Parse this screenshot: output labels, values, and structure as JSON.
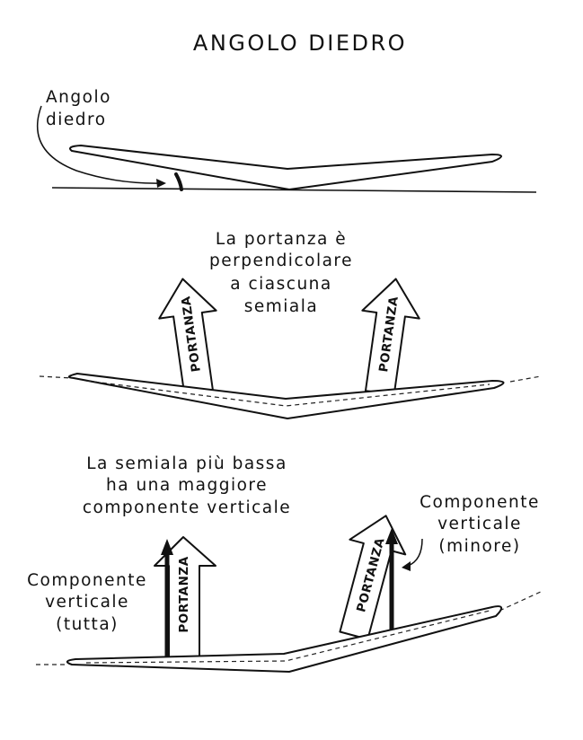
{
  "title": "ANGOLO DIEDRO",
  "section1": {
    "label_line1": "Angolo",
    "label_line2": "diedro"
  },
  "section2": {
    "caption": [
      "La portanza è",
      "perpendicolare",
      "a ciascuna",
      "semiala"
    ],
    "arrow_left_text": "PORTANZA",
    "arrow_right_text": "PORTANZA"
  },
  "section3": {
    "caption": [
      "La semiala più bassa",
      "ha una maggiore",
      "componente verticale"
    ],
    "left_label": [
      "Componente",
      "verticale",
      "(tutta)"
    ],
    "right_label": [
      "Componente",
      "verticale",
      "(minore)"
    ],
    "arrow_left_text": "PORTANZA",
    "arrow_right_text": "PORTANZA"
  }
}
